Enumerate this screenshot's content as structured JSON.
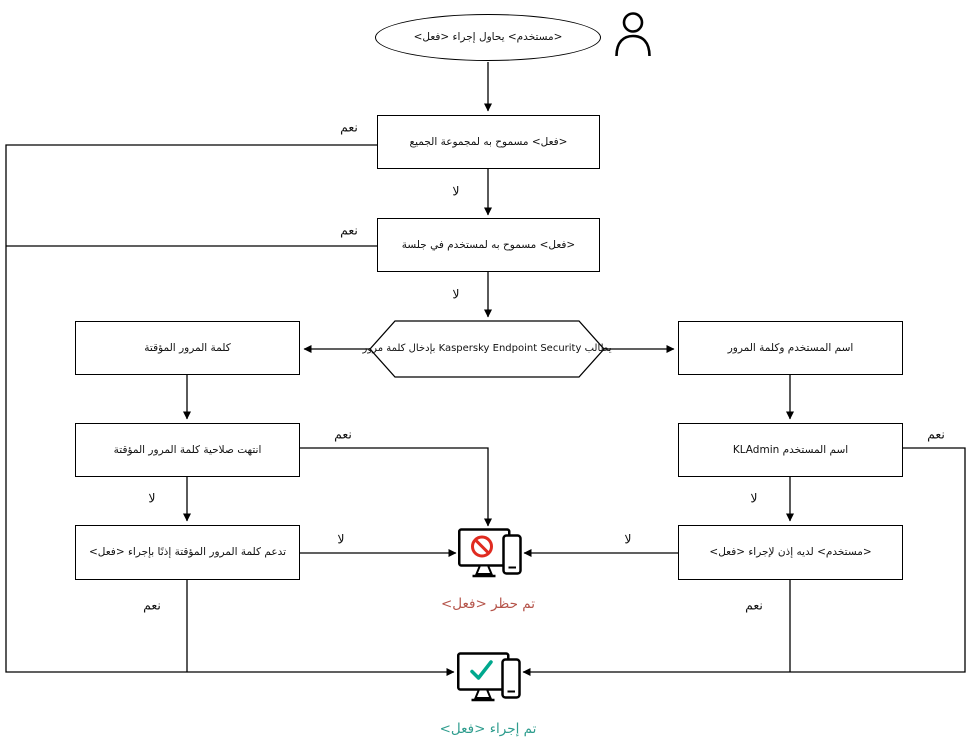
{
  "diagram": {
    "nodes": {
      "start": "<مستخدم> يحاول إجراء <فعل>",
      "allowed_for_everyone": "<فعل> مسموح به لمجموعة الجميع",
      "allowed_for_session_user": "<فعل> مسموح به لمستخدم في جلسة",
      "password_prompt": "يطالب Kaspersky Endpoint Security بإدخال كلمة مرور",
      "temporary_password": "كلمة المرور المؤقتة",
      "temporary_password_expired": "انتهت صلاحية كلمة المرور المؤقتة",
      "temporary_password_grants_action": "تدعم كلمة المرور المؤقتة إذنًا بإجراء <فعل>",
      "username_and_password": "اسم المستخدم وكلمة المرور",
      "username_is_kladmin": "اسم المستخدم KLAdmin",
      "user_has_permission": "<مستخدم> لديه إذن لإجراء <فعل>"
    },
    "labels": {
      "yes": "نعم",
      "no": "لا"
    },
    "captions": {
      "blocked": "تم حظر <فعل>",
      "performed": "تم إجراء <فعل>"
    },
    "colors": {
      "line": "#000000",
      "box_border": "#000000",
      "blocked_text": "#b5544a",
      "prohibition_sign": "#e02b20",
      "success_check": "#00a88e",
      "performed_text": "#2f9d8e"
    }
  }
}
